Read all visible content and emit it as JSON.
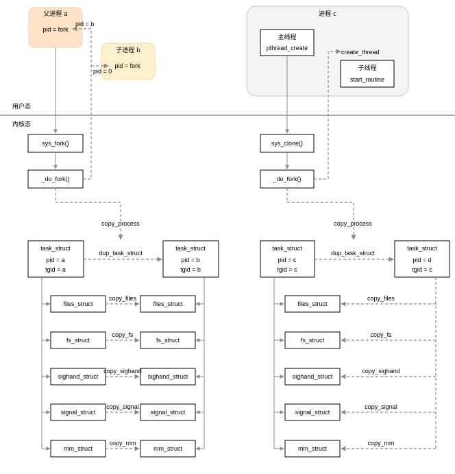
{
  "regions": {
    "user_space": "用户态",
    "kernel_space": "内核态"
  },
  "processes": {
    "parent": {
      "title": "父进程 a",
      "code": "pid = fork",
      "fill": "#fde3c7"
    },
    "child": {
      "title": "子进程 b",
      "code": "pid = fork",
      "fill": "#fef0cd"
    },
    "process_c": {
      "title": "进程 c",
      "fill": "#f4f4f4"
    },
    "main_thread": {
      "title": "主线程",
      "code": "pthread_create"
    },
    "child_thread": {
      "title": "子线程",
      "code": "start_routine"
    }
  },
  "edge_labels": {
    "pid_b": "pid = b",
    "pid_0": "pid = 0",
    "create_thread": "create_thread",
    "copy_process": "copy_process",
    "dup_task_struct": "dup_task_struct",
    "copy_files": "copy_files",
    "copy_fs": "copy_fs",
    "copy_sighand": "copy_sighand",
    "copy_signal": "copy_signal",
    "copy_mm": "copy_mm"
  },
  "syscalls": {
    "sys_fork": "sys_fork()",
    "do_fork": "_do_fork()",
    "sys_clone": "sys_clone()"
  },
  "task_structs": {
    "a": {
      "title": "task_struct",
      "pid": "pid = a",
      "tgid": "tgid = a"
    },
    "b": {
      "title": "task_struct",
      "pid": "pid = b",
      "tgid": "tgid = b"
    },
    "c": {
      "title": "task_struct",
      "pid": "pid = c",
      "tgid": "tgid = c"
    },
    "d": {
      "title": "task_struct",
      "pid": "pid = d",
      "tgid": "tgid = c"
    }
  },
  "sub_structs": [
    "files_struct",
    "fs_struct",
    "sighand_struct",
    "signal_struct",
    "mm_struct"
  ]
}
